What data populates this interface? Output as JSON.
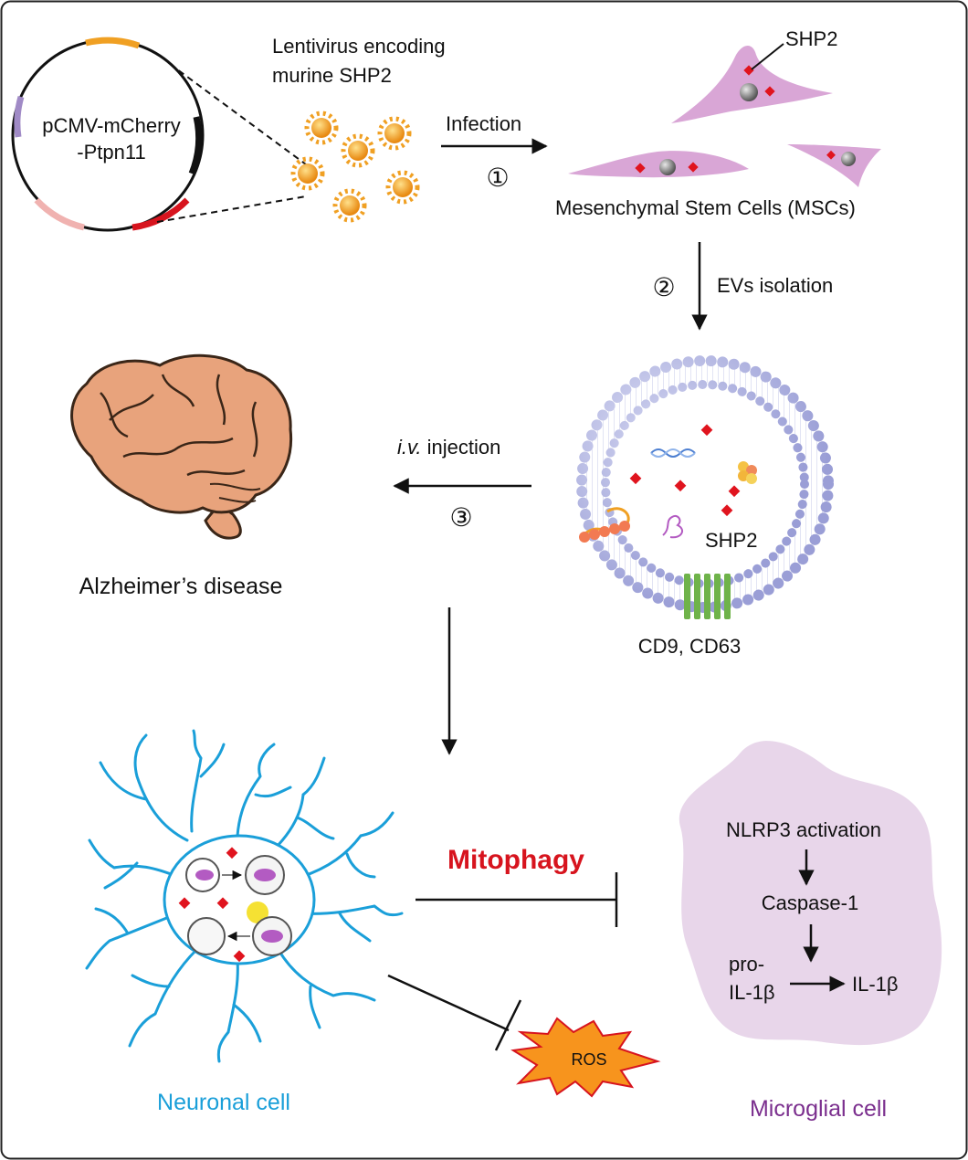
{
  "plasmid": {
    "line1": "pCMV-mCherry",
    "line2": "-Ptpn11"
  },
  "lentivirus": {
    "line1": "Lentivirus encoding",
    "line2": "murine SHP2"
  },
  "steps": {
    "infection": {
      "label": "Infection",
      "number": "①"
    },
    "isolation": {
      "label": "EVs isolation",
      "number": "②"
    },
    "injection": {
      "label_italic": "i.v.",
      "label_rest": " injection",
      "number": "③"
    }
  },
  "msc": {
    "shp2_label": "SHP2",
    "caption": "Mesenchymal Stem Cells (MSCs)"
  },
  "ev": {
    "cargo_label": "SHP2",
    "markers": "CD9, CD63"
  },
  "brain": {
    "caption": "Alzheimer’s disease"
  },
  "mitophagy": {
    "label": "Mitophagy"
  },
  "neuron": {
    "caption": "Neuronal cell"
  },
  "ros": {
    "label": "ROS"
  },
  "microglia": {
    "caption": "Microglial cell",
    "nlrp3": "NLRP3 activation",
    "caspase": "Caspase-1",
    "pro_line1": "pro-",
    "pro_line2": "IL-1β",
    "il1b": "IL-1β"
  },
  "colors": {
    "mitophagy": "#d7141e",
    "neuron": "#1a9fd9",
    "microglia_text": "#7b2f8e",
    "microglia_fill": "#e8d6ea",
    "shp2_marker": "#e0141e",
    "virus": "#f0a023",
    "msc_fill": "#d9a6d6",
    "ros": "#f7941d"
  }
}
